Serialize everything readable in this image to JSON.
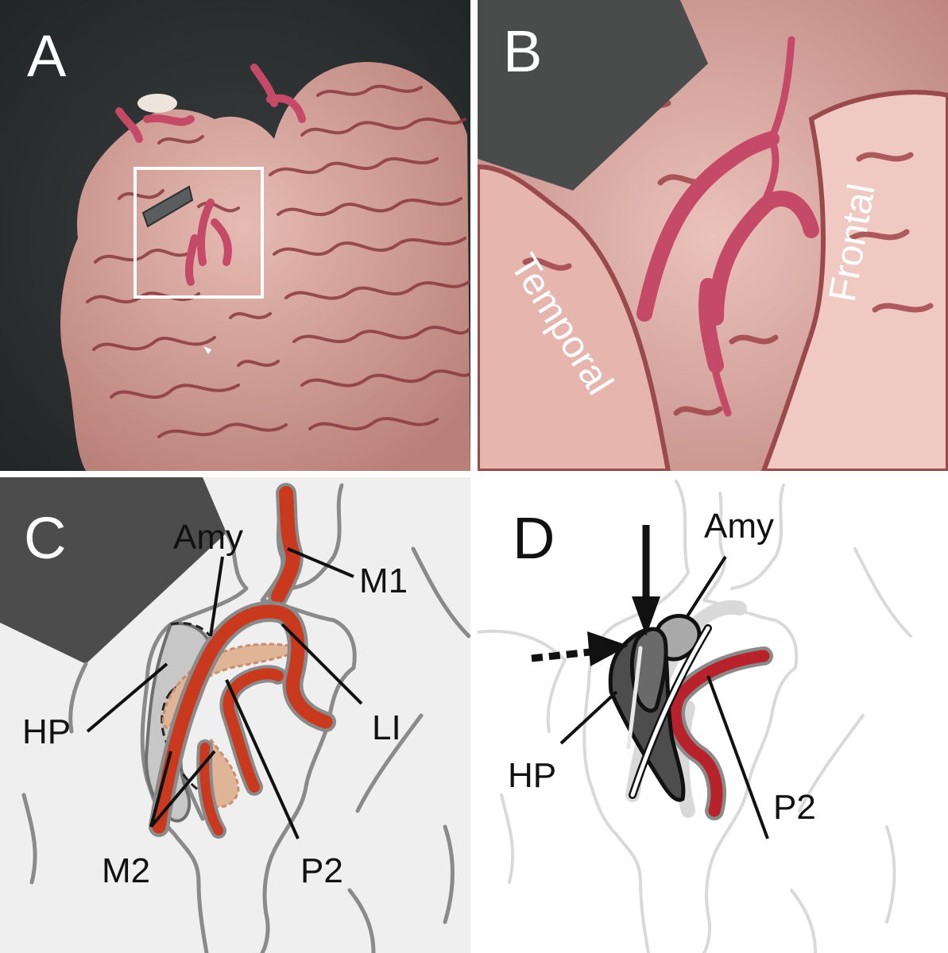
{
  "panels": {
    "a": {
      "label": "A"
    },
    "b": {
      "label": "B",
      "labels": {
        "temporal": "Temporal",
        "frontal": "Frontal"
      }
    },
    "c": {
      "label": "C",
      "labels": {
        "amy": "Amy",
        "m1": "M1",
        "hp": "HP",
        "li": "LI",
        "m2": "M2",
        "p2": "P2"
      }
    },
    "d": {
      "label": "D",
      "labels": {
        "amy": "Amy",
        "hp": "HP",
        "p2": "P2"
      }
    }
  },
  "colors": {
    "brain_tissue": "#d9a79f",
    "sulci": "#8a3a3e",
    "vessel": "#c44a67",
    "artery_fill": "#c9391e",
    "retractor": "#4a4a4a",
    "background_dark": "#262a2a"
  }
}
